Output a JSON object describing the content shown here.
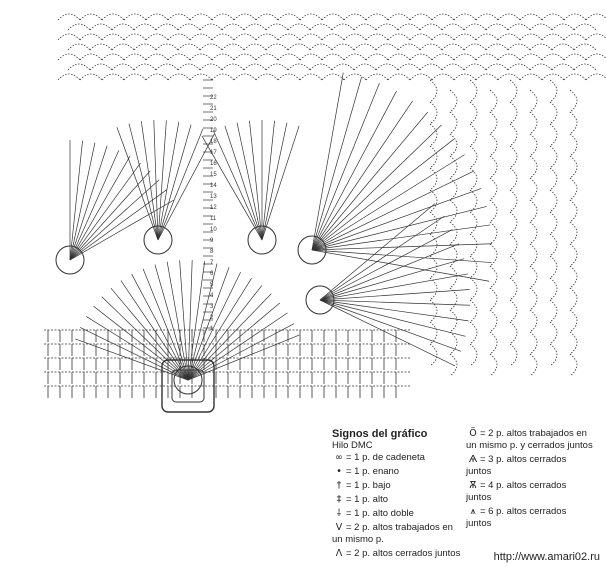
{
  "legend": {
    "title": "Signos del gráfico",
    "thread": "Hilo DMC",
    "items_left": [
      {
        "icon": "chain-oval-icon",
        "symbol": "∞",
        "text": "= 1 p. de cadeneta"
      },
      {
        "icon": "slip-stitch-dot-icon",
        "symbol": "•",
        "text": "= 1 p. enano"
      },
      {
        "icon": "single-crochet-icon",
        "symbol": "†",
        "text": "= 1 p. bajo"
      },
      {
        "icon": "double-crochet-icon",
        "symbol": "‡",
        "text": "= 1 p. alto"
      },
      {
        "icon": "treble-crochet-icon",
        "symbol": "⸸",
        "text": "= 1 p. alto doble"
      },
      {
        "icon": "v-stitch-icon",
        "symbol": "V",
        "text": "= 2 p. altos trabajados en un mismo p."
      },
      {
        "icon": "two-together-icon",
        "symbol": "Λ",
        "text": "= 2 p. altos cerrados juntos"
      }
    ],
    "items_right": [
      {
        "icon": "cluster-same-stitch-icon",
        "symbol": "Ö",
        "text": "= 2 p. altos trabajados en un mismo p. y cerrados juntos"
      },
      {
        "icon": "three-together-icon",
        "symbol": "Ѧ",
        "text": "= 3 p. altos cerrados juntos"
      },
      {
        "icon": "four-together-icon",
        "symbol": "Ѫ",
        "text": "= 4 p. altos cerrados juntos"
      },
      {
        "icon": "six-together-icon",
        "symbol": "⩚",
        "text": "= 6 p. altos cerrados juntos"
      }
    ]
  },
  "row_numbers": [
    "1",
    "2",
    "3",
    "4",
    "5",
    "6",
    "7",
    "8",
    "9",
    "10",
    "11",
    "12",
    "13",
    "14",
    "15",
    "16",
    "17",
    "18",
    "19",
    "20",
    "21",
    "22"
  ],
  "watermark": "http://www.amari02.ru",
  "colors": {
    "ink": "#333333",
    "background": "#ffffff"
  }
}
